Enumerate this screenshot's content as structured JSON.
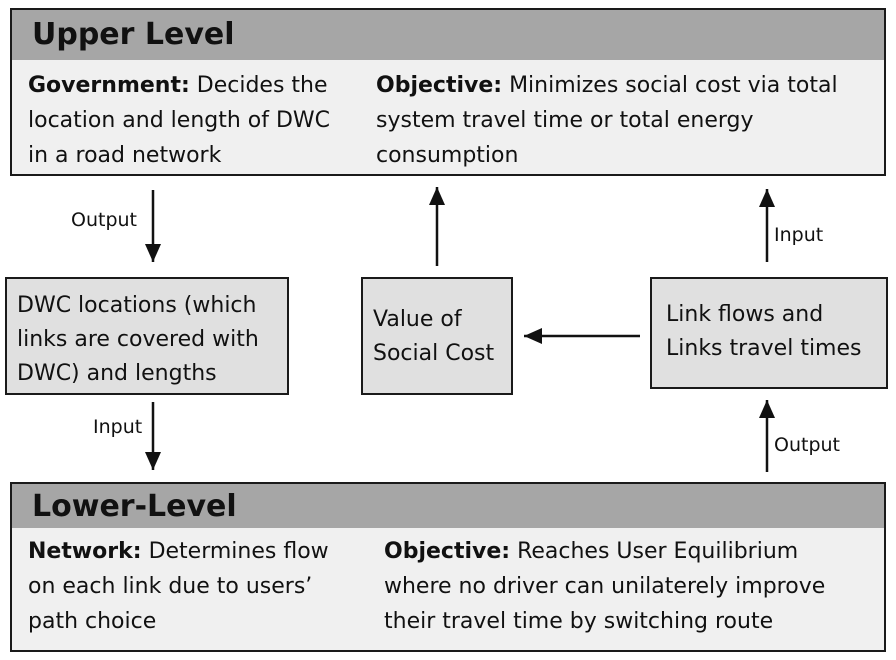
{
  "upper": {
    "title": "Upper Level",
    "left_bold": "Government:",
    "left_text": " Decides the location and length of DWC in a road network",
    "right_bold": "Objective:",
    "right_text": " Minimizes social cost via total system travel time or total energy consumption"
  },
  "middle": {
    "dwc_box": "DWC locations (which links are covered with DWC) and lengths",
    "social_cost_box": "Value of Social Cost",
    "link_flows_box": "Link flows and Links travel times"
  },
  "labels": {
    "output_top": "Output",
    "input_bottom_left": "Input",
    "input_right": "Input",
    "output_right": "Output"
  },
  "lower": {
    "title": "Lower-Level",
    "left_bold": "Network:",
    "left_text": " Determines flow on each link due to users’ path choice",
    "right_bold": "Objective:",
    "right_text": " Reaches User Equilibrium where no driver can unilaterely improve their travel time by switching route"
  }
}
